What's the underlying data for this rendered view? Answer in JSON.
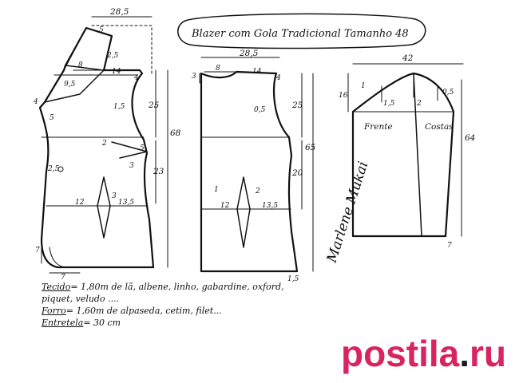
{
  "title": "Blazer com Gola Tradicional Tamanho 48",
  "front": {
    "labels": {
      "top_width": "28,5",
      "collar_5": "5",
      "collar_25": "2,5",
      "shoulder_8": "8",
      "shoulder_14": "14",
      "n4a": "4",
      "n4b": "4",
      "n95": "9,5",
      "n5": "5",
      "n15": "1,5",
      "n25": "25",
      "n68": "68",
      "n2": "2",
      "n5b": "5",
      "n3": "3",
      "n23": "23",
      "n25b": "2,5",
      "n12": "12",
      "n135": "13,5",
      "n3b": "3",
      "n7a": "7",
      "n7b": "7"
    }
  },
  "back": {
    "labels": {
      "top_width": "28,5",
      "n8": "8",
      "n14": "14",
      "n3a": "3",
      "n4": "4",
      "n05": "0,5",
      "n25": "25",
      "n65": "65",
      "n20": "20",
      "n1": "1",
      "n2": "2",
      "n12": "12",
      "n135": "13,5",
      "n15": "1,5"
    }
  },
  "sleeve": {
    "labels": {
      "top_width": "42",
      "n16": "16",
      "n1": "1",
      "n15": "1,5",
      "n2": "2",
      "n05": "0,5",
      "frente": "Frente",
      "costas": "Costas",
      "n64": "64",
      "n7": "7"
    }
  },
  "notes": {
    "tecido_label": "Tecido",
    "tecido_text": "= 1,80m de lã, albene, linho, gabardine, oxford, piquet, veludo ....",
    "forro_label": "Forro",
    "forro_text": "= 1,60m de alpaseda, cetim, filet...",
    "entretela_label": "Entretela",
    "entretela_text": "= 30 cm"
  },
  "signature": "Marlene Mukai",
  "watermark": {
    "main": "postila",
    "dot": ".",
    "tld": "ru",
    "color": "#d8245f"
  }
}
